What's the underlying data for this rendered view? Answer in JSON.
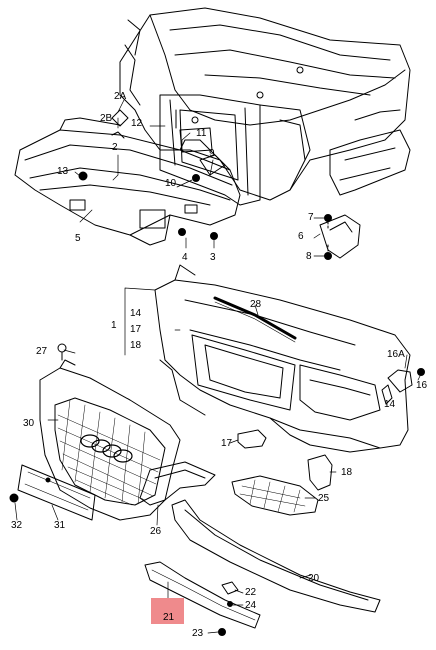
{
  "callouts": {
    "c1": "1",
    "c2": "2",
    "c2a": "2A",
    "c2b": "2B",
    "c3": "3",
    "c4": "4",
    "c5": "5",
    "c6": "6",
    "c7": "7",
    "c8": "8",
    "c9": "9",
    "c10": "10",
    "c11": "11",
    "c12": "12",
    "c13": "13",
    "c14a": "14",
    "c14b": "14",
    "c16": "16",
    "c16a": "16A",
    "c17a": "17",
    "c17b": "17",
    "c18a": "18",
    "c18b": "18",
    "c20": "20",
    "c21": "21",
    "c22": "22",
    "c23": "23",
    "c24": "24",
    "c25": "25",
    "c26": "26",
    "c27": "27",
    "c28": "28",
    "c30": "30",
    "c31": "31",
    "c32": "32"
  },
  "highlight": {
    "part": "21",
    "color": "#ef8a8c"
  }
}
